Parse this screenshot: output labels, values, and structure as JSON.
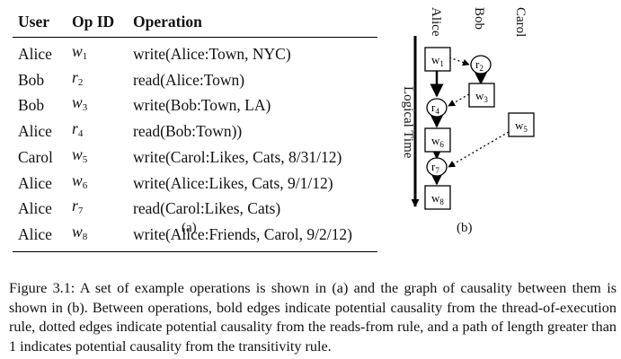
{
  "table": {
    "headers": {
      "user": "User",
      "opid": "Op ID",
      "operation": "Operation"
    },
    "rows": [
      {
        "user": "Alice",
        "op_letter": "w",
        "op_index": "1",
        "operation": "write(Alice:Town, NYC)"
      },
      {
        "user": "Bob",
        "op_letter": "r",
        "op_index": "2",
        "operation": "read(Alice:Town)"
      },
      {
        "user": "Bob",
        "op_letter": "w",
        "op_index": "3",
        "operation": "write(Bob:Town, LA)"
      },
      {
        "user": "Alice",
        "op_letter": "r",
        "op_index": "4",
        "operation": "read(Bob:Town))"
      },
      {
        "user": "Carol",
        "op_letter": "w",
        "op_index": "5",
        "operation": "write(Carol:Likes, Cats, 8/31/12)"
      },
      {
        "user": "Alice",
        "op_letter": "w",
        "op_index": "6",
        "operation": "write(Alice:Likes, Cats, 9/1/12)"
      },
      {
        "user": "Alice",
        "op_letter": "r",
        "op_index": "7",
        "operation": "read(Carol:Likes, Cats)"
      },
      {
        "user": "Alice",
        "op_letter": "w",
        "op_index": "8",
        "operation": "write(Alice:Friends, Carol, 9/2/12)"
      }
    ],
    "sublabel": "(a)"
  },
  "graph": {
    "users": [
      "Alice",
      "Bob",
      "Carol"
    ],
    "axis_label": "Logical Time",
    "sublabel": "(b)",
    "nodes": {
      "w1": {
        "letter": "w",
        "index": "1"
      },
      "r2": {
        "letter": "r",
        "index": "2"
      },
      "w3": {
        "letter": "w",
        "index": "3"
      },
      "r4": {
        "letter": "r",
        "index": "4"
      },
      "w5": {
        "letter": "w",
        "index": "5"
      },
      "w6": {
        "letter": "w",
        "index": "6"
      },
      "r7": {
        "letter": "r",
        "index": "7"
      },
      "w8": {
        "letter": "w",
        "index": "8"
      }
    }
  },
  "caption": "Figure 3.1: A set of example operations is shown in (a) and the graph of causality between them is shown in (b). Between operations, bold edges indicate potential causality from the thread-of-execution rule, dotted edges indicate potential causality from the reads-from rule, and a path of length greater than 1 indicates potential causality from the transitivity rule."
}
